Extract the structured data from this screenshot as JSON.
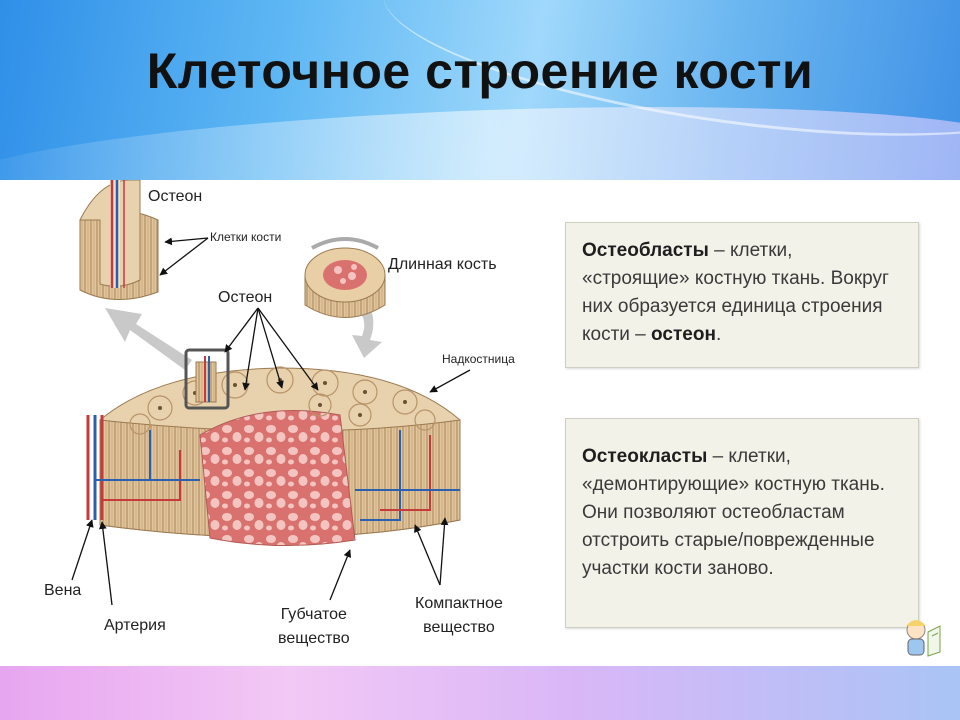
{
  "title": "Клеточное строение кости",
  "labels": {
    "osteon_top": "Остеон",
    "bone_cells": "Клетки кости",
    "long_bone": "Длинная кость",
    "osteon_mid": "Остеон",
    "periosteum": "Надкостница",
    "vein": "Вена",
    "artery": "Артерия",
    "spongy_1": "Губчатое",
    "spongy_2": "вещество",
    "compact_1": "Компактное",
    "compact_2": "вещество"
  },
  "card1": {
    "term": "Остеобласты",
    "text1": " – клетки, «строящие» костную ткань. Вокруг них образуется единица строения кости – ",
    "term2": "остеон",
    "text2": "."
  },
  "card2": {
    "term": "Остеокласты",
    "text": " – клетки, «демонтирующие» костную ткань. Они позволяют остеобластам отстроить старые/поврежденные участки кости заново."
  },
  "colors": {
    "bone": "#d9b98e",
    "bone_dark": "#b8936a",
    "spongy": "#e59a97",
    "vein": "#2b5fb0",
    "artery": "#c83a3a"
  }
}
